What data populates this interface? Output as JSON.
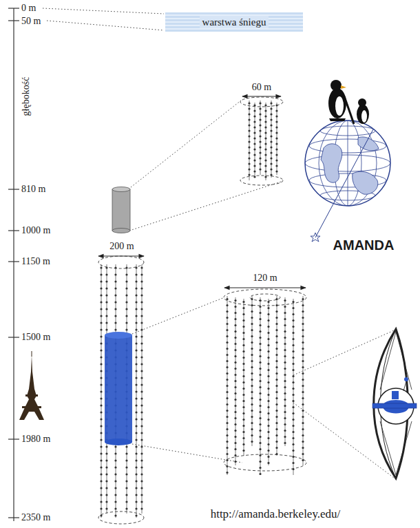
{
  "diagram": {
    "nodes": [
      {
        "text": [
          "warstwa śniegu"
        ]
      }
    ],
    "labels": [
      "0 m",
      "50 m",
      "głębokość",
      "810 m",
      "1000 m",
      "1150 m",
      "1500 m",
      "1980 m",
      "2350 m",
      "60 m",
      "200 m",
      "120 m",
      "AMANDA",
      "http://amanda.berkeley.edu/"
    ]
  }
}
